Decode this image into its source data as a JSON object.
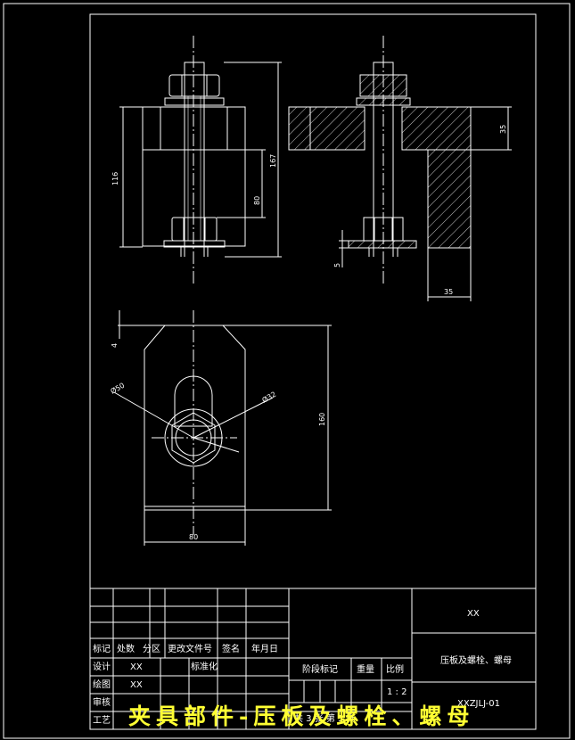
{
  "drawing": {
    "dimensions": {
      "height_116": "116",
      "height_167": "167",
      "height_80": "80",
      "height_35": "35",
      "thick_5": "5",
      "width_35": "35",
      "gap_4": "4",
      "height_160": "160",
      "width_80": "80",
      "dia_50": "Ø50",
      "dia_32": "Ø32"
    }
  },
  "title_block": {
    "company": "XX",
    "part_name": "压板及螺栓、螺母",
    "drawing_number": "XXZJLJ-01",
    "scale_label": "比例",
    "scale_value": "1 : 2",
    "stage_label": "阶段标记",
    "weight_label": "重量",
    "row_labels": [
      "标记",
      "处数",
      "分区",
      "更改文件号",
      "签名",
      "年月日"
    ],
    "designer_label": "设计",
    "designer_value": "XX",
    "standardize_label": "标准化",
    "drafting_label": "绘图",
    "drafting_value": "XX",
    "review_label": "审核",
    "process_label": "工艺",
    "sheet_text": "共 3 张 第 3 张"
  },
  "banner_text": "夹具部件-压板及螺栓、螺母"
}
